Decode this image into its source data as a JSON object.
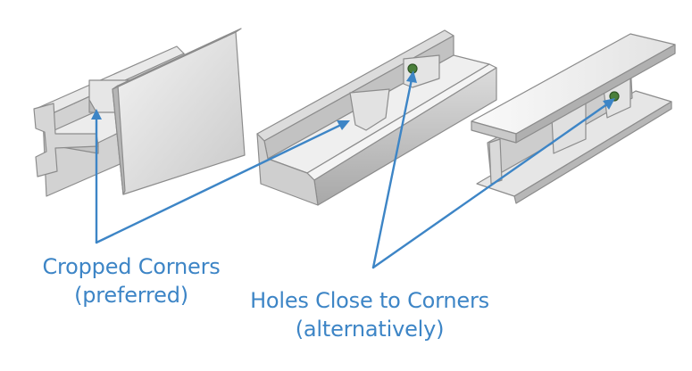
{
  "labels": {
    "cropped": {
      "line1": "Cropped Corners",
      "line2": "(preferred)"
    },
    "holes": {
      "line1": "Holes Close to Corners",
      "line2": "(alternatively)"
    }
  },
  "colors": {
    "accent": "#3d85c6",
    "steel_light": "#f1f1f1",
    "steel_mid": "#d9d9d9",
    "steel_dark": "#a9a9a9",
    "edge": "#8c8c8c",
    "hole": "#4a7f3a"
  }
}
